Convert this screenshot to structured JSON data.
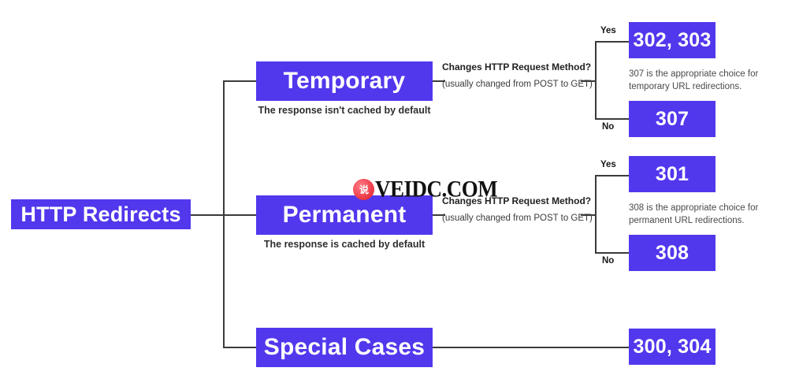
{
  "diagram": {
    "title": "HTTP Redirects",
    "root": {
      "label": "HTTP Redirects"
    },
    "branches": [
      {
        "id": "temporary",
        "label": "Temporary",
        "caption": "The response isn't cached by default",
        "decision": {
          "question": "Changes HTTP Request Method?",
          "subtext": "(usually changed from POST to GET)",
          "yes_label": "Yes",
          "no_label": "No"
        },
        "yes_outcome": "302, 303",
        "no_outcome": "307",
        "note": "307 is the appropriate choice for temporary URL redirections."
      },
      {
        "id": "permanent",
        "label": "Permanent",
        "caption": "The response is cached by default",
        "decision": {
          "question": "Changes HTTP Request Method?",
          "subtext": "(usually changed from POST to GET)",
          "yes_label": "Yes",
          "no_label": "No"
        },
        "yes_outcome": "301",
        "no_outcome": "308",
        "note": "308 is the appropriate choice for permanent URL redirections."
      },
      {
        "id": "special",
        "label": "Special Cases",
        "caption": "",
        "outcome": "300, 304"
      }
    ],
    "watermark": {
      "logo_text": "说",
      "text": "VEIDC.COM"
    },
    "colors": {
      "node_fill": "#5138ed",
      "node_text": "#ffffff",
      "line": "#3b3b3b",
      "caption_text": "#2e2e2e",
      "note_text": "#4a4a4a",
      "background": "#ffffff",
      "watermark_logo": "#e63946"
    }
  }
}
